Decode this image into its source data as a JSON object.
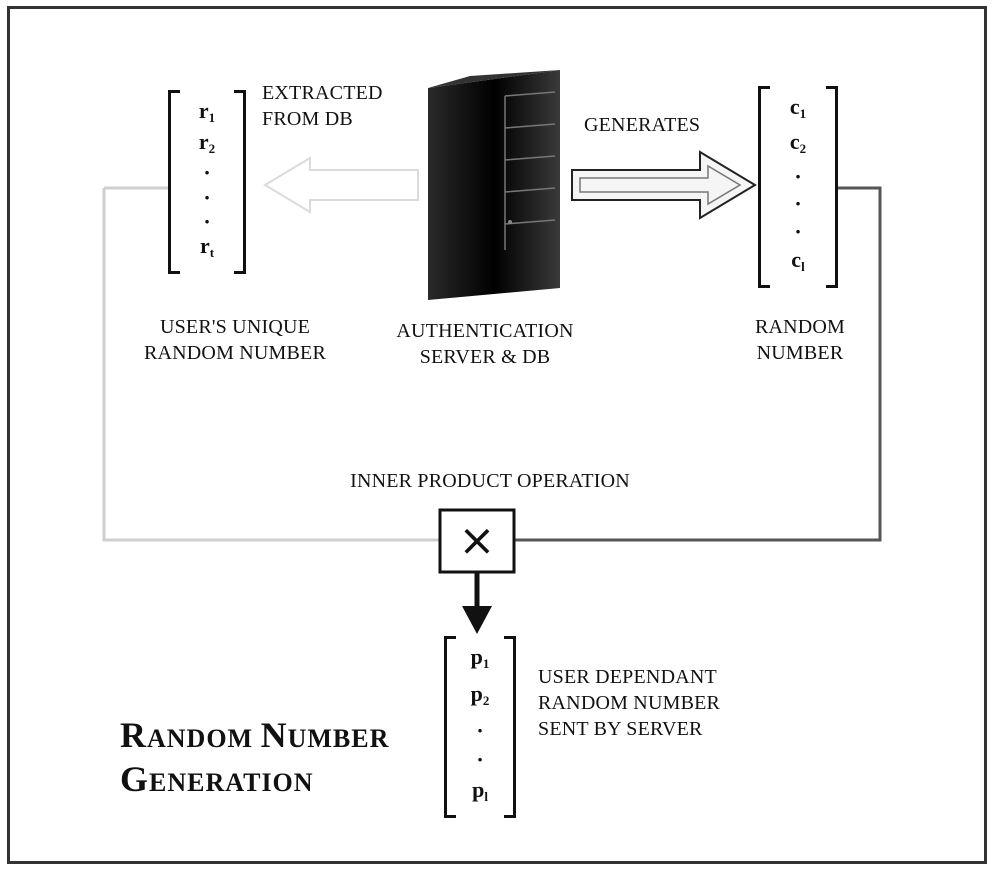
{
  "diagram": {
    "labels": {
      "extracted": "EXTRACTED\nFROM DB",
      "generates": "GENERATES",
      "user_unique": "USER'S UNIQUE\nRANDOM NUMBER",
      "auth_server": "AUTHENTICATION\nSERVER & DB",
      "random_number": "RANDOM\nNUMBER",
      "inner_product": "INNER PRODUCT OPERATION",
      "user_dependant": "USER DEPENDANT\nRANDOM NUMBER\nSENT BY SERVER",
      "multiply_symbol": "×"
    },
    "title_line1_a": "R",
    "title_line1_b": "ANDOM ",
    "title_line1_c": "N",
    "title_line1_d": "UMBER",
    "title_line2_a": "G",
    "title_line2_b": "ENERATION",
    "matrix_r": [
      "r",
      "1",
      "r",
      "2",
      "·",
      "·",
      "·",
      "r",
      "t"
    ],
    "matrix_c": [
      "c",
      "1",
      "c",
      "2",
      "·",
      "·",
      "·",
      "c",
      "l"
    ],
    "matrix_p": [
      "p",
      "1",
      "p",
      "2",
      "·",
      "·",
      "p",
      "l"
    ],
    "icons": {
      "server": "server-icon",
      "multiply": "multiply-icon"
    }
  }
}
